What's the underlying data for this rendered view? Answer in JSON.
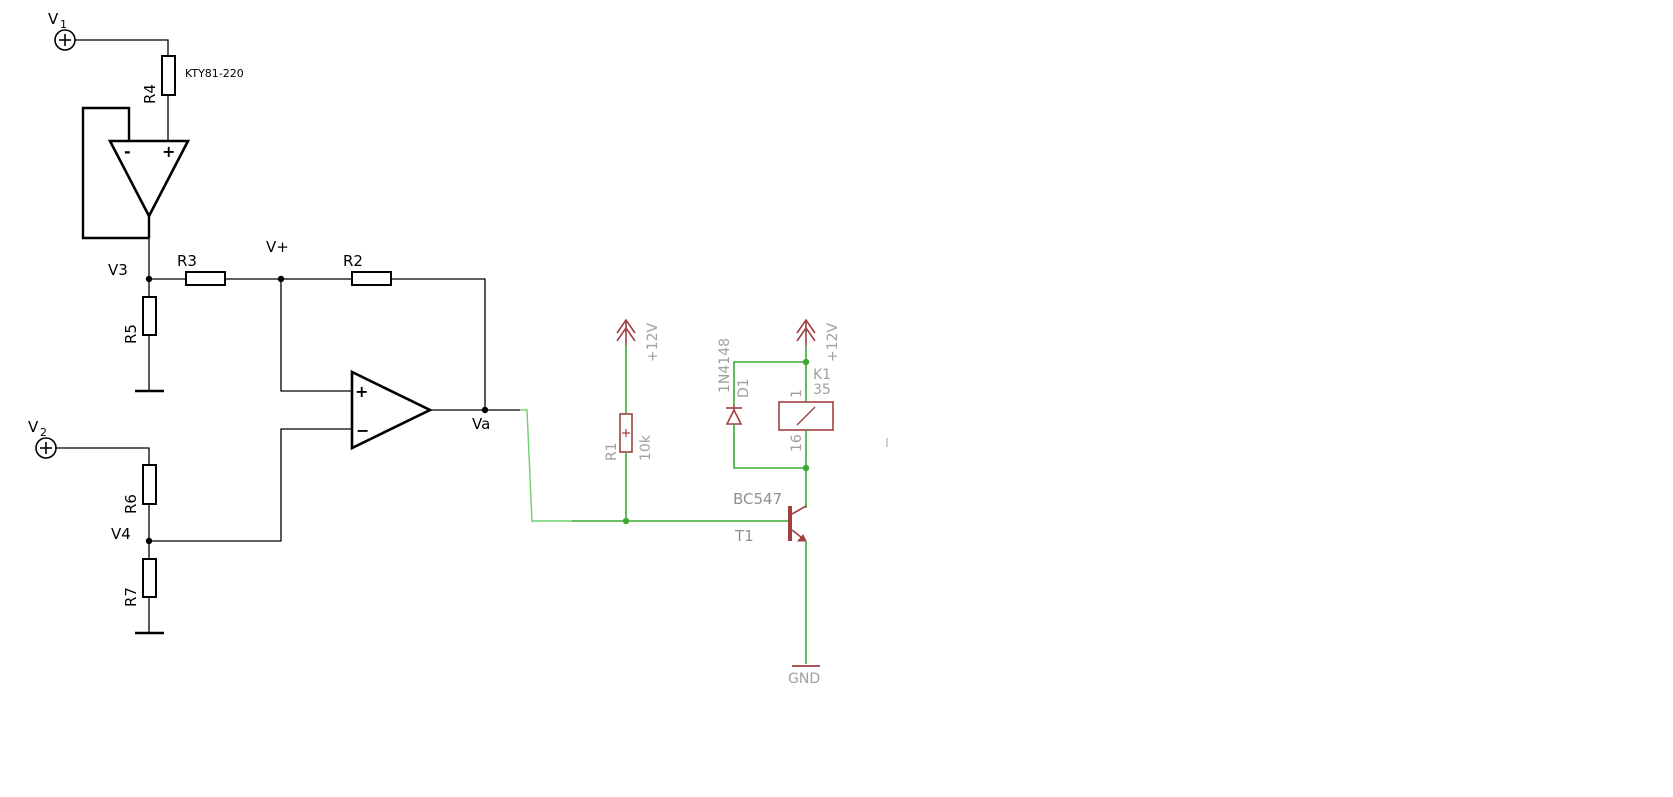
{
  "labels": {
    "v1_letter": "V",
    "v1_sub": "1",
    "v2_letter": "V",
    "v2_sub": "2",
    "v3": "V3",
    "v4": "V4",
    "vplus": "V+",
    "va": "Va",
    "r2": "R2",
    "r3": "R3",
    "r4": "R4",
    "r5": "R5",
    "r6": "R6",
    "r7": "R7",
    "r4_value": "KTY81-220",
    "opamp1_minus": "-",
    "opamp1_plus": "+",
    "opamp2_plus": "+",
    "opamp2_minus": "−",
    "supply_left": "+12V",
    "supply_right": "+12V",
    "r1_name": "R1",
    "r1_value": "10k",
    "d1_name": "D1",
    "d1_part": "1N4148",
    "k1_name": "K1",
    "k1_code": "35",
    "k1_pin1": "1",
    "k1_pin16": "16",
    "t1_part": "BC547",
    "t1_name": "T1",
    "gnd": "GND"
  },
  "colors": {
    "wire_black": "#000000",
    "wire_green": "#3aaa35",
    "component_red": "#a04040",
    "label_grey": "#a0a0a0"
  }
}
